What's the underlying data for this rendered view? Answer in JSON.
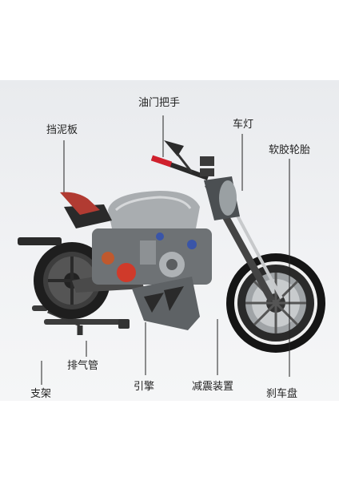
{
  "labels": {
    "throttle": "油门把手",
    "fender": "挡泥板",
    "headlight": "车灯",
    "tire": "软胶轮胎",
    "exhaust": "排气管",
    "stand": "支架",
    "engine": "引擎",
    "suspension": "减震装置",
    "brake_disc": "刹车盘"
  }
}
